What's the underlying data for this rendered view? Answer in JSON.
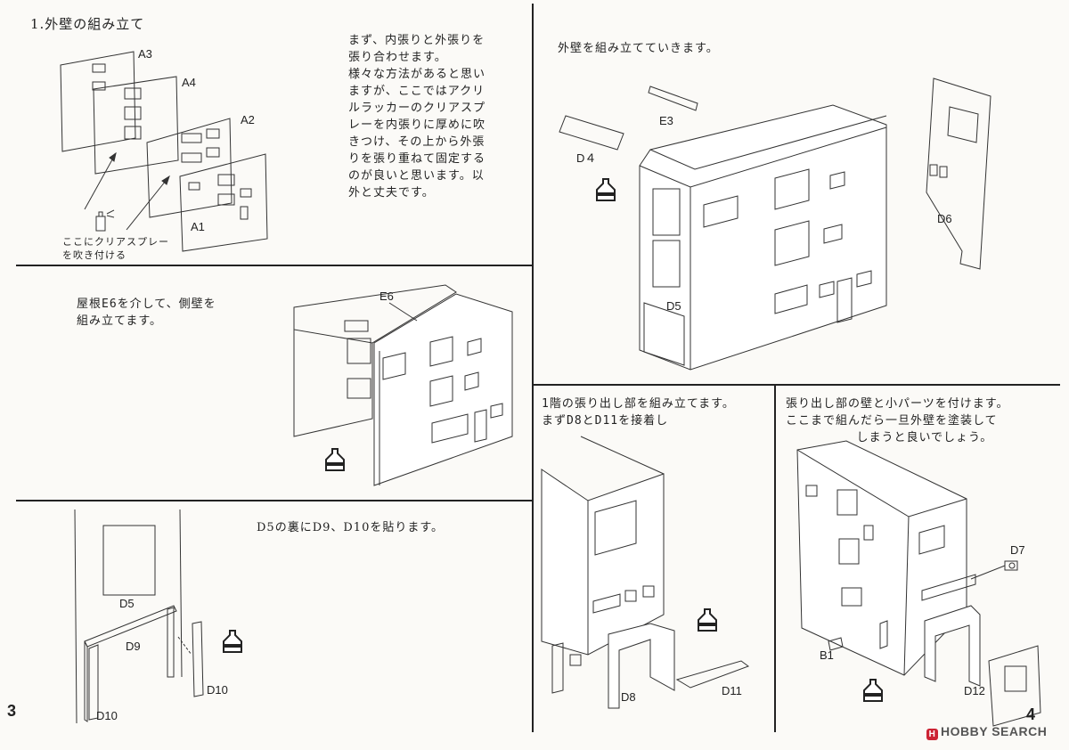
{
  "section1": {
    "heading": "1.外壁の組み立て",
    "body": "まず、内張りと外張りを\n張り合わせます。\n様々な方法があると思い\nますが、ここではアクリ\nルラッカーのクリアスプ\nレーを内張りに厚めに吹\nきつけ、その上から外張\nりを張り重ねて固定する\nのが良いと思います。以\n外と丈夫です。",
    "spray_note": "ここにクリアスプレー\nを吹き付ける",
    "labels": {
      "a1": "A1",
      "a2": "A2",
      "a3": "A3",
      "a4": "A4"
    }
  },
  "section2": {
    "body": "外壁を組み立てていきます。",
    "labels": {
      "d4": "D４",
      "e3": "E3",
      "d5": "D5",
      "d6": "D6"
    }
  },
  "section3": {
    "body": "屋根E6を介して、側壁を\n組み立てます。",
    "labels": {
      "e6": "E6"
    }
  },
  "section4": {
    "body": "1階の張り出し部を組み立てます。\nまずD8とD11を接着し",
    "labels": {
      "d8": "D8",
      "d11": "D11"
    }
  },
  "section5": {
    "body": "張り出し部の壁と小パーツを付けます。\nここまで組んだら一旦外壁を塗装して\n         しまうと良いでしょう。",
    "labels": {
      "d7": "D7",
      "b1": "B1",
      "d12": "D12"
    }
  },
  "section6": {
    "body": "D5の裏にD9、D10を貼ります。",
    "labels": {
      "d5": "D5",
      "d9": "D9",
      "d10a": "D10",
      "d10b": "D10"
    }
  },
  "page_left": "3",
  "page_right": "4",
  "watermark": "HOBBY SEARCH",
  "icons": {
    "glue": "glue-bottle-icon",
    "spray": "spray-can-icon"
  }
}
